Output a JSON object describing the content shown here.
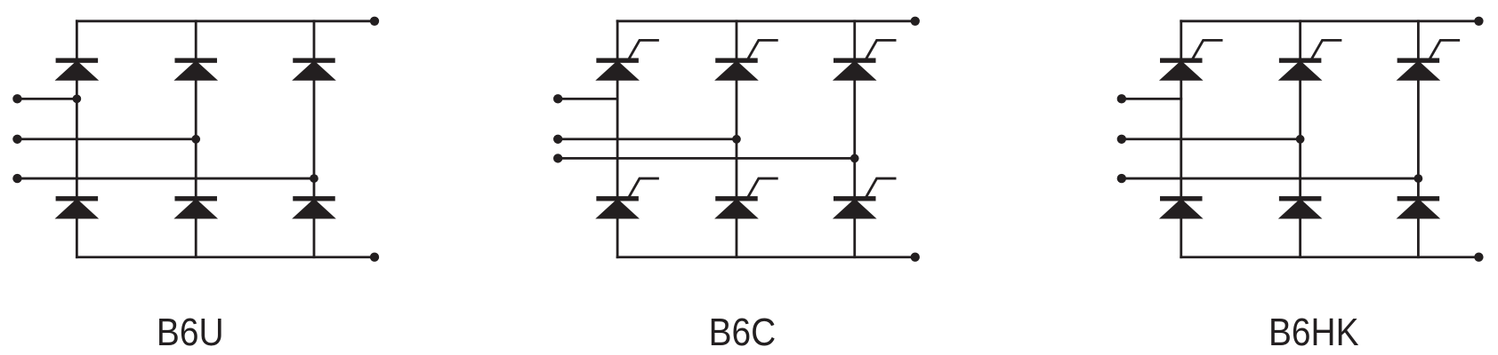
{
  "bridges": [
    {
      "label": "B6U",
      "upper_devices": "diode",
      "lower_devices": "diode"
    },
    {
      "label": "B6C",
      "upper_devices": "thyristor",
      "lower_devices": "thyristor"
    },
    {
      "label": "B6HK",
      "upper_devices": "thyristor",
      "lower_devices": "diode"
    }
  ],
  "colors": {
    "ink": "#231f20",
    "background": "#ffffff"
  }
}
